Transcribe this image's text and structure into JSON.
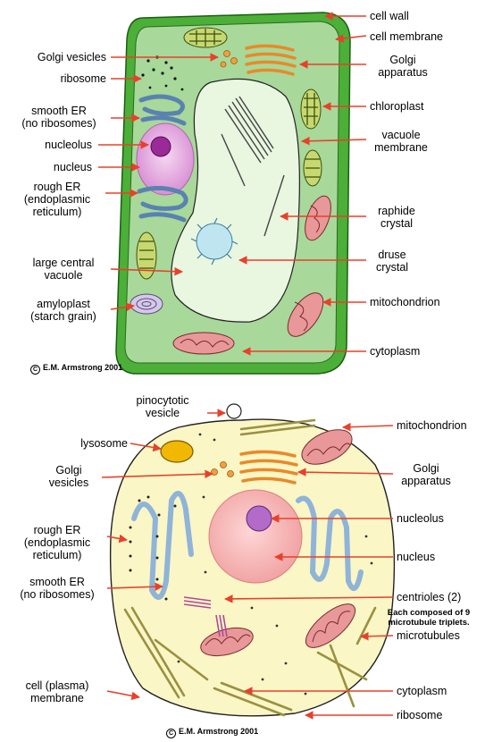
{
  "plant": {
    "labels": {
      "cell_wall": "cell wall",
      "cell_membrane": "cell membrane",
      "golgi_vesicles": "Golgi vesicles",
      "golgi_apparatus": "Golgi\napparatus",
      "ribosome": "ribosome",
      "smooth_er": "smooth ER\n(no ribosomes)",
      "chloroplast": "chloroplast",
      "nucleolus": "nucleolus",
      "vacuole_membrane": "vacuole\nmembrane",
      "nucleus": "nucleus",
      "rough_er": "rough ER\n(endoplasmic\nreticulum)",
      "raphide_crystal": "raphide\ncrystal",
      "druse_crystal": "druse\ncrystal",
      "large_central_vacuole": "large central\nvacuole",
      "amyloplast": "amyloplast\n(starch grain)",
      "mitochondrion": "mitochondrion",
      "cytoplasm": "cytoplasm"
    },
    "copyright": "E.M. Armstrong 2001"
  },
  "animal": {
    "labels": {
      "pinocytotic_vesicle": "pinocytotic\nvesicle",
      "mitochondrion": "mitochondrion",
      "lysosome": "lysosome",
      "golgi_vesicles": "Golgi\nvesicles",
      "golgi_apparatus": "Golgi\napparatus",
      "rough_er": "rough ER\n(endoplasmic\nreticulum)",
      "nucleolus": "nucleolus",
      "nucleus": "nucleus",
      "smooth_er": "smooth ER\n(no ribosomes)",
      "centrioles": "centrioles (2)",
      "centrioles_note": "Each composed of 9\nmicrotubule triplets.",
      "microtubules": "microtubules",
      "cell_membrane": "cell (plasma)\nmembrane",
      "cytoplasm": "cytoplasm",
      "ribosome": "ribosome"
    },
    "copyright": "E.M. Armstrong 2001"
  },
  "colors": {
    "arrow": "#e8402a",
    "plant_wall": "#4caf38",
    "plant_cytoplasm": "#a8d89a",
    "vacuole": "#e9f6e0",
    "animal_cytoplasm": "#fbf6c6",
    "nucleus_plant": "#e8a8e0",
    "nucleus_animal": "#f6b8b8",
    "er": "#8fb4d8",
    "golgi": "#f0a040",
    "mitochondrion": "#e89898",
    "chloroplast": "#c8d870",
    "lysosome": "#f0b800"
  }
}
